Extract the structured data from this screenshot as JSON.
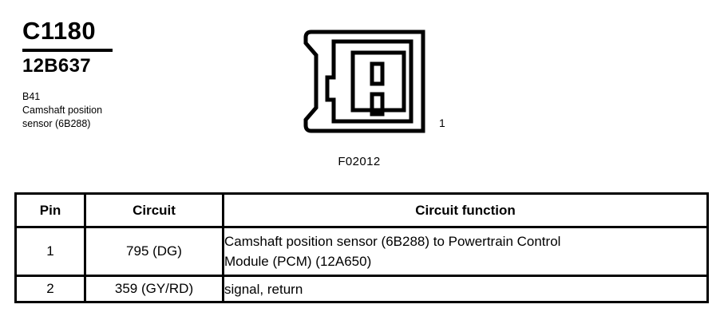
{
  "header": {
    "connector_id": "C1180",
    "part_number": "12B637",
    "location_code": "B41",
    "description_line1": "Camshaft position",
    "description_line2": "sensor (6B288)"
  },
  "connector_figure": {
    "figure_code": "F02012",
    "pin_one_label": "1",
    "terminal_count": 2
  },
  "pin_table": {
    "columns": [
      "Pin",
      "Circuit",
      "Circuit function"
    ],
    "rows": [
      {
        "pin": "1",
        "circuit": "795 (DG)",
        "function_line1": "Camshaft position sensor (6B288) to Powertrain Control",
        "function_line2": "Module (PCM) (12A650)"
      },
      {
        "pin": "2",
        "circuit": "359 (GY/RD)",
        "function_line1": "signal, return",
        "function_line2": ""
      }
    ]
  },
  "colors": {
    "ink": "#000000",
    "background": "#ffffff"
  }
}
